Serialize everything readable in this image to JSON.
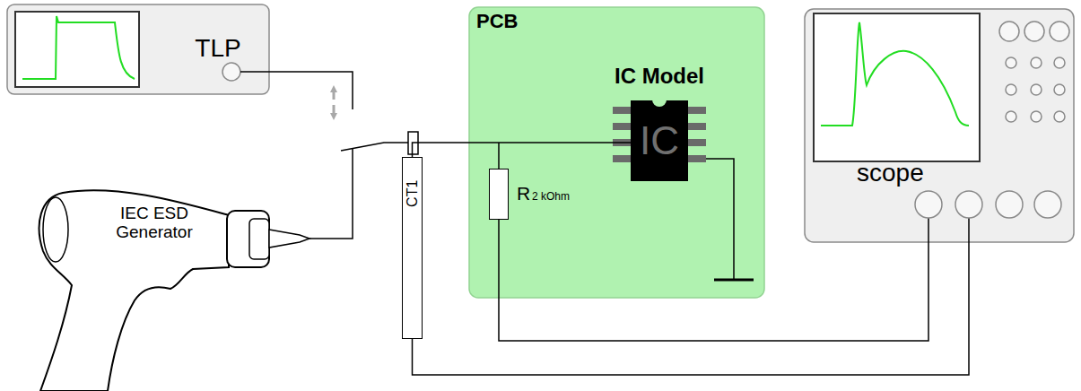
{
  "diagram": {
    "nodes": [
      {
        "text": [
          "TLP"
        ]
      },
      {
        "text": [
          "IEC ESD Generator"
        ]
      },
      {
        "text": [
          "CT1"
        ]
      },
      {
        "text": [
          "PCB"
        ]
      },
      {
        "text": [
          "IC Model",
          "IC"
        ],
        "in": 3
      },
      {
        "text": [
          "R",
          "2 kOhm"
        ],
        "in": 3
      },
      {
        "text": [
          "scope"
        ]
      }
    ],
    "edges": [
      {
        "from": 2,
        "to": 4,
        "arrow": "none"
      },
      {
        "from": 5,
        "to": 6,
        "arrow": "none"
      },
      {
        "from": 2,
        "to": 6,
        "arrow": "none"
      }
    ]
  }
}
